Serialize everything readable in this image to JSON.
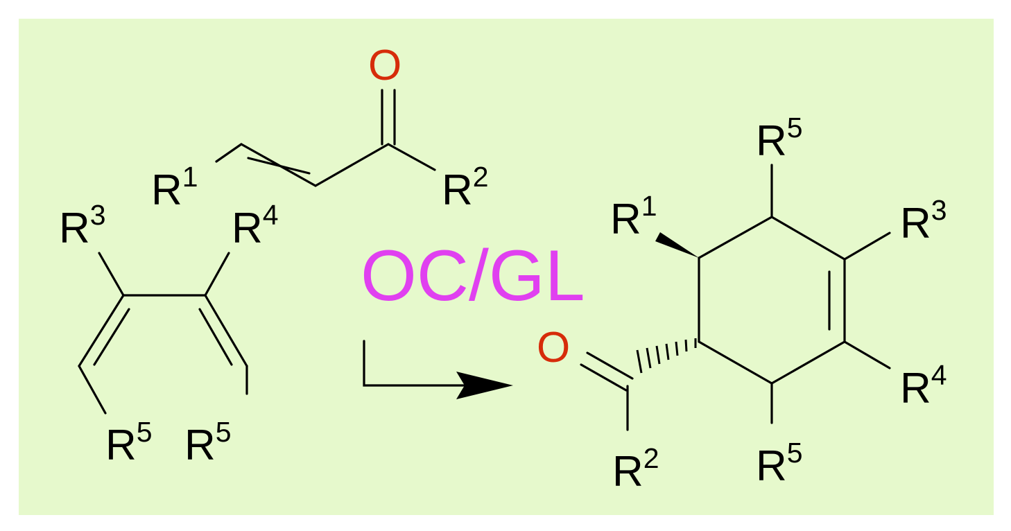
{
  "colors": {
    "panel_background": "#e6f9cc",
    "oxygen": "#d62c0a",
    "condition_label": "#e040f0",
    "bonds": "#000000"
  },
  "condition": "OC/GL",
  "enone": {
    "oxygen": "O",
    "substituent_1": {
      "base": "R",
      "index": "1"
    },
    "substituent_2": {
      "base": "R",
      "index": "2"
    }
  },
  "diene": {
    "substituent_3": {
      "base": "R",
      "index": "3"
    },
    "substituent_4": {
      "base": "R",
      "index": "4"
    },
    "substituent_5_left": {
      "base": "R",
      "index": "5"
    },
    "substituent_5_right": {
      "base": "R",
      "index": "5"
    }
  },
  "product": {
    "oxygen": "O",
    "substituent_5_top": {
      "base": "R",
      "index": "5"
    },
    "substituent_3": {
      "base": "R",
      "index": "3"
    },
    "substituent_1": {
      "base": "R",
      "index": "1"
    },
    "substituent_4": {
      "base": "R",
      "index": "4"
    },
    "substituent_2": {
      "base": "R",
      "index": "2"
    },
    "substituent_5_bottom": {
      "base": "R",
      "index": "5"
    }
  }
}
